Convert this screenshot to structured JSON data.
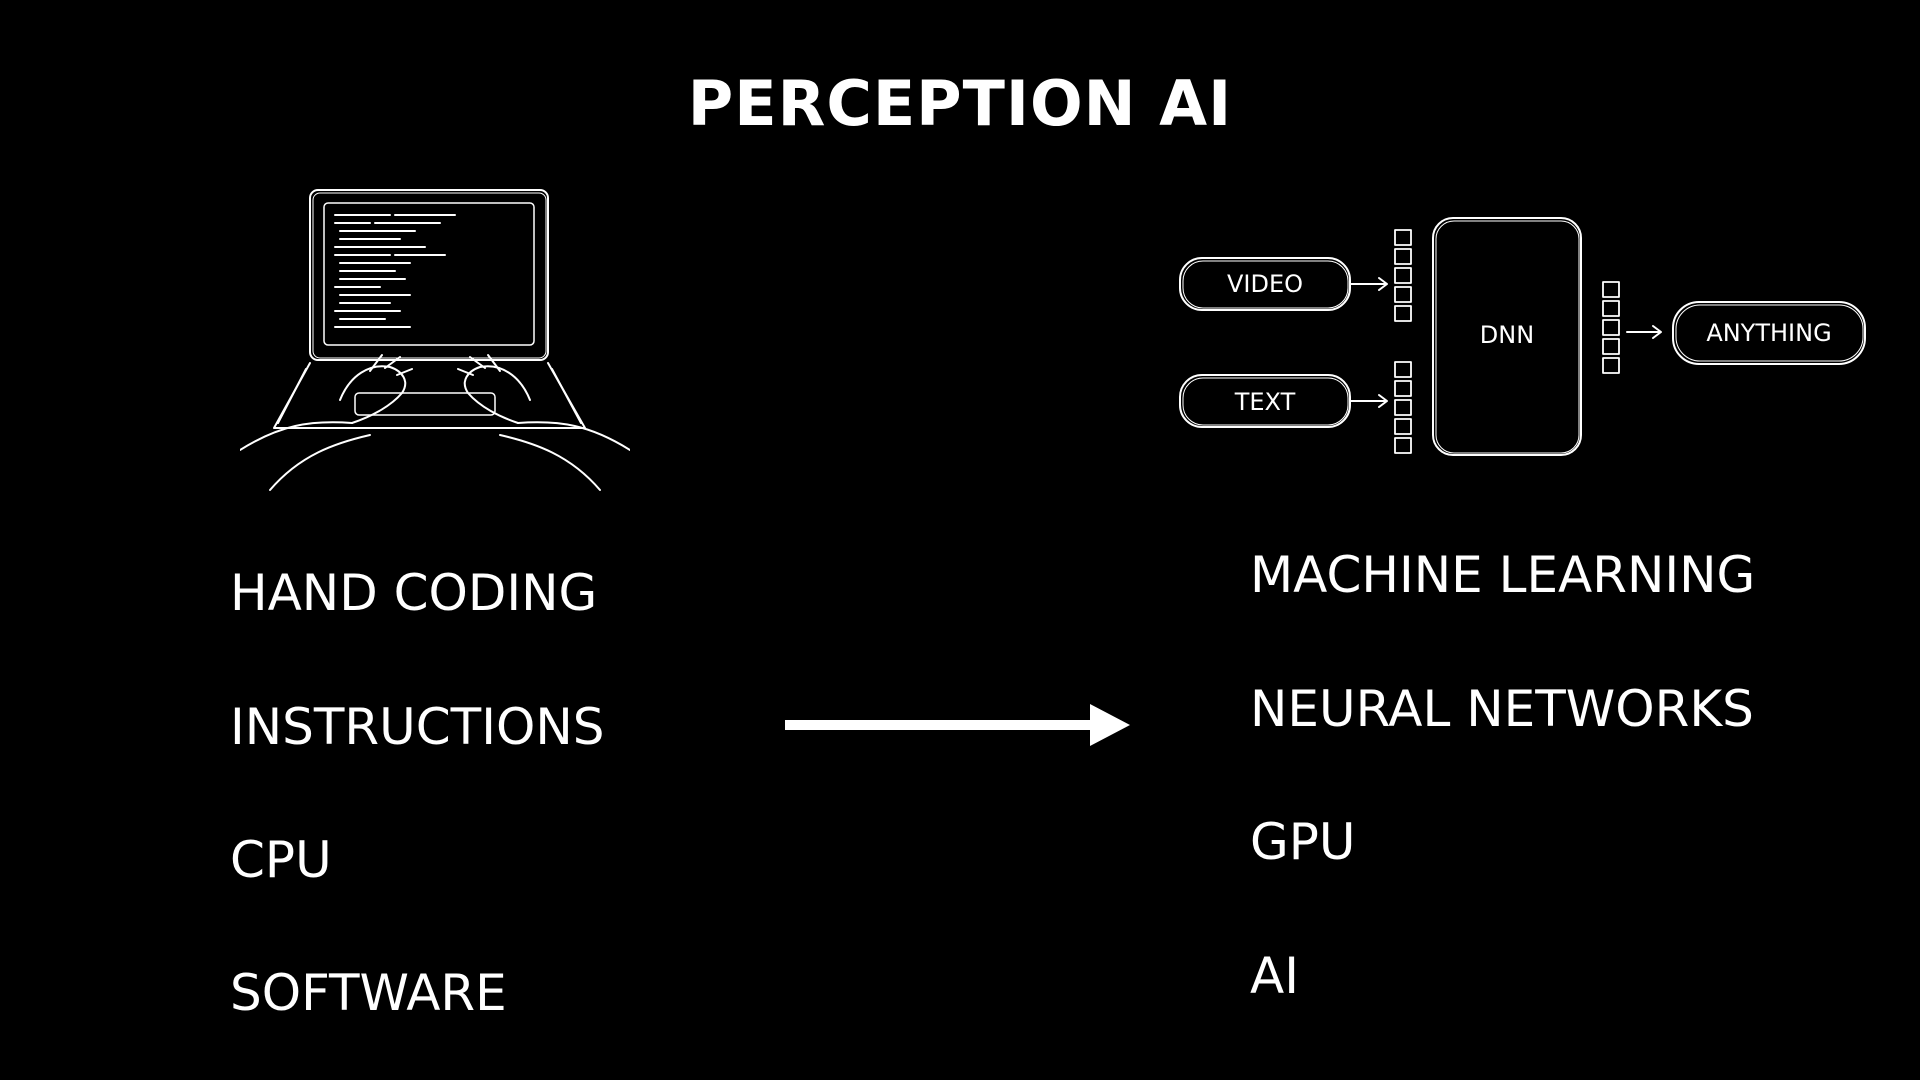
{
  "title": "PERCEPTION AI",
  "left_items": [
    "HAND CODING",
    "INSTRUCTIONS",
    "CPU",
    "SOFTWARE"
  ],
  "right_items": [
    "MACHINE LEARNING",
    "NEURAL NETWORKS",
    "GPU",
    "AI"
  ],
  "diagram": {
    "inputs": [
      "VIDEO",
      "TEXT"
    ],
    "model": "DNN",
    "output": "ANYTHING"
  },
  "colors": {
    "background": "#000000",
    "foreground": "#ffffff"
  },
  "icons": [
    "laptop-typing-sketch",
    "right-arrow-icon"
  ]
}
